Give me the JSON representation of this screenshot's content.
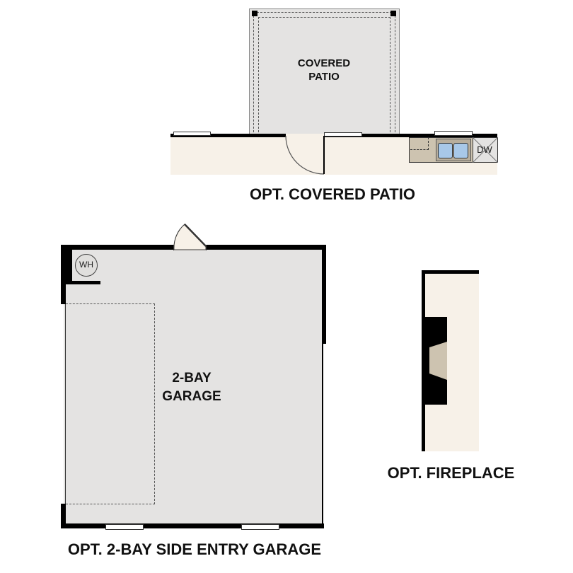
{
  "colors": {
    "wall": "#000000",
    "room_gray": "#e4e3e2",
    "floor_cream": "#f7f1e8",
    "counter_tan": "#cdc3b0",
    "sink_blue": "#a8c8e8",
    "dash": "#555555"
  },
  "patio": {
    "room_label_line1": "COVERED",
    "room_label_line2": "PATIO",
    "caption": "OPT. COVERED PATIO",
    "appliance_label": "DW"
  },
  "garage": {
    "room_label_line1": "2-BAY",
    "room_label_line2": "GARAGE",
    "water_heater_label": "WH",
    "caption": "OPT. 2-BAY SIDE ENTRY GARAGE"
  },
  "fireplace": {
    "caption": "OPT. FIREPLACE"
  }
}
